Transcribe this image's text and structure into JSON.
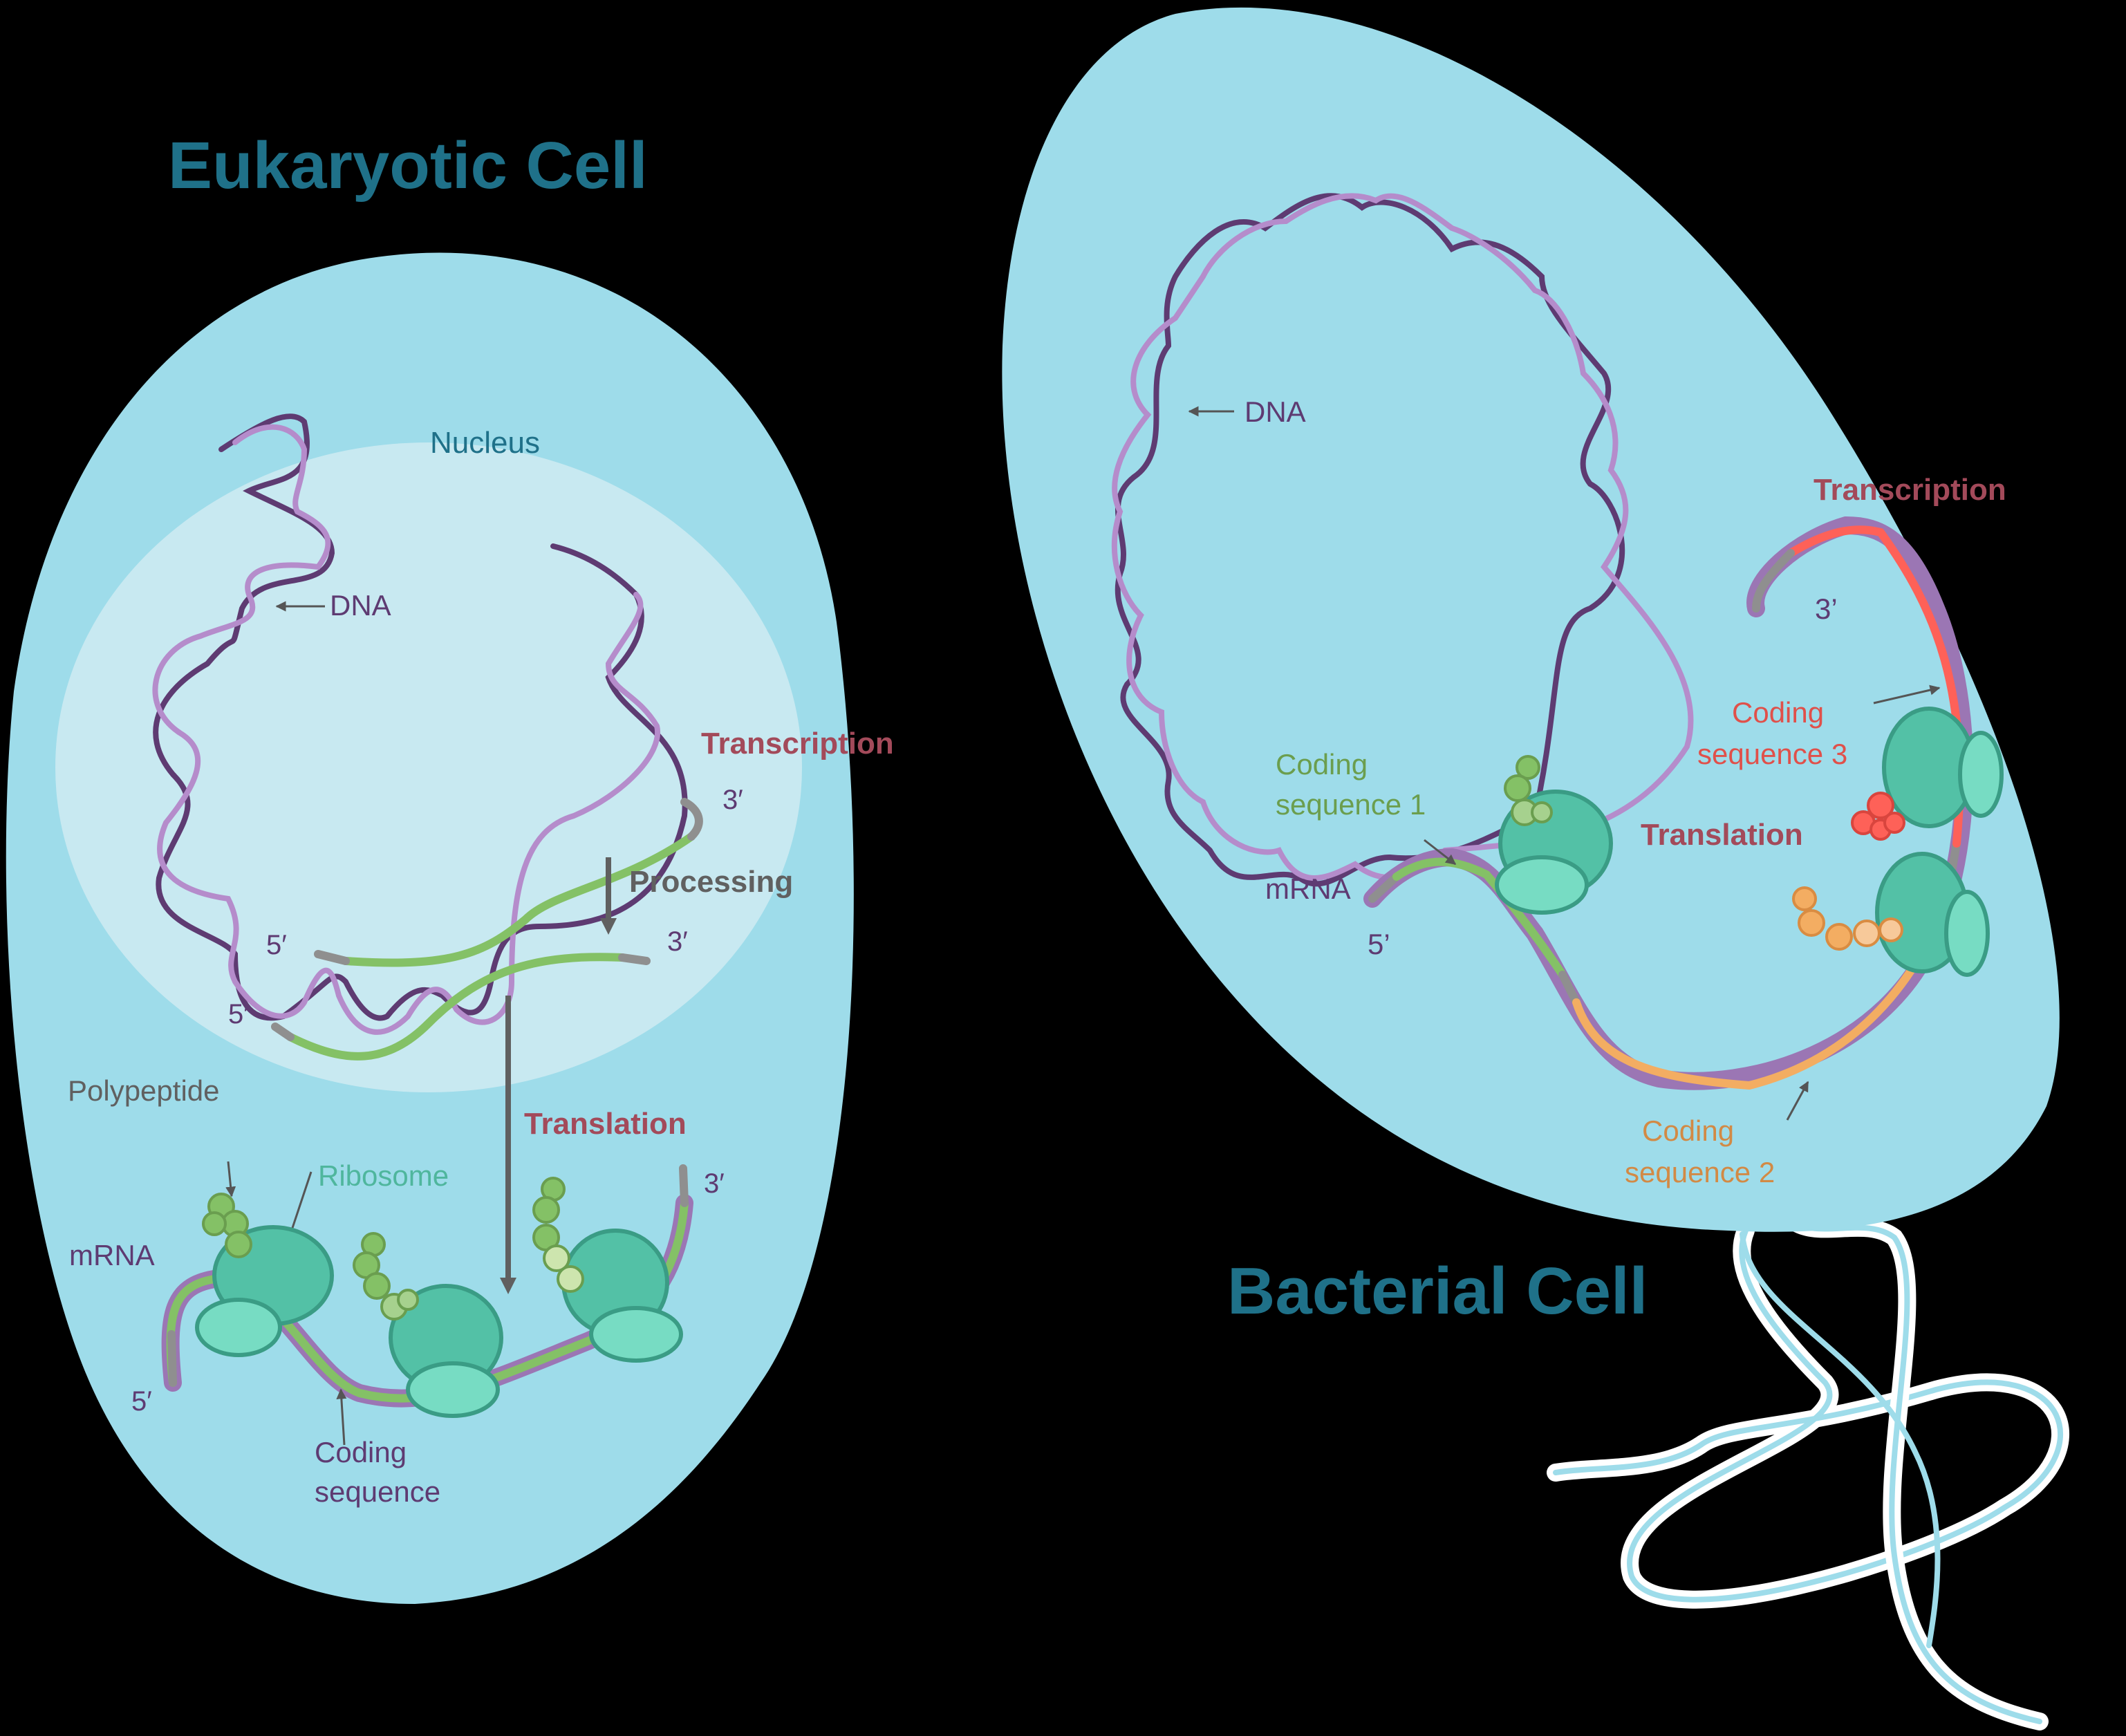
{
  "colors": {
    "background": "#000000",
    "cytoplasm": "#9edcea",
    "nucleus": "#c8e9f1",
    "title": "#1f7189",
    "dna_dark": "#5e3b72",
    "dna_light": "#b58ccb",
    "mrna_outline": "#9b76b4",
    "cds_green": "#84c166",
    "utr_gray": "#8f8f8f",
    "ribosome_large": "#53c1a6",
    "ribosome_small": "#77dcc3",
    "ribosome_stroke": "#3a9c85",
    "peptide_green": "#84c166",
    "peptide_lightgreen": "#cde5ae",
    "cds3_red": "#fe6158",
    "cds2_orange": "#f3ad62",
    "transcription_label": "#a34a5a",
    "processing_label": "#606060",
    "arrow_gray": "#606060",
    "flagellum": "#ffffff"
  },
  "eukaryotic": {
    "title": "Eukaryotic Cell",
    "nucleus_label": "Nucleus",
    "dna_label": "DNA",
    "transcription_label": "Transcription",
    "processing_label": "Processing",
    "translation_label": "Translation",
    "pre_mrna_3prime": "3′",
    "pre_mrna_5prime": "5′",
    "mature_mrna_3prime": "3′",
    "mature_mrna_5prime": "5′",
    "cytoplasm_mrna_3prime": "3′",
    "cytoplasm_mrna_5prime": "5′",
    "polypeptide_label": "Polypeptide",
    "ribosome_label": "Ribosome",
    "mrna_label": "mRNA",
    "coding_sequence_label_line1": "Coding",
    "coding_sequence_label_line2": "sequence"
  },
  "bacterial": {
    "title": "Bacterial Cell",
    "dna_label": "DNA",
    "transcription_label": "Transcription",
    "translation_label": "Translation",
    "mrna_label": "mRNA",
    "mrna_5prime": "5’",
    "mrna_3prime": "3’",
    "cds1_line1": "Coding",
    "cds1_line2": "sequence 1",
    "cds2_line1": "Coding",
    "cds2_line2": "sequence 2",
    "cds3_line1": "Coding",
    "cds3_line2": "sequence 3"
  }
}
